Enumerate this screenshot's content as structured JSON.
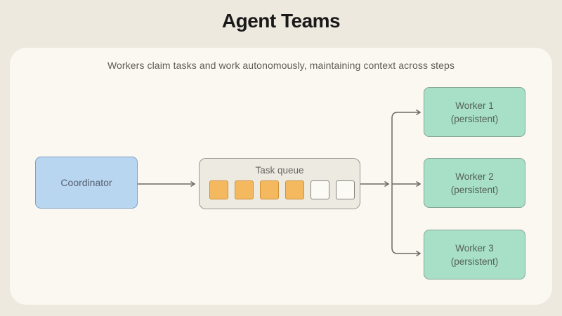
{
  "title": "Agent Teams",
  "subtitle": "Workers claim tasks and work autonomously, maintaining context across steps",
  "coordinator": {
    "label": "Coordinator"
  },
  "queue": {
    "label": "Task queue",
    "slots": [
      "filled",
      "filled",
      "filled",
      "filled",
      "empty",
      "empty"
    ],
    "filled_count": 4,
    "total_slots": 6
  },
  "workers": [
    {
      "line1": "Worker 1",
      "line2": "(persistent)"
    },
    {
      "line1": "Worker 2",
      "line2": "(persistent)"
    },
    {
      "line1": "Worker 3",
      "line2": "(persistent)"
    }
  ],
  "colors": {
    "page-bg": "#EDE9DF",
    "panel-bg": "#FAF8F1",
    "title-color": "#191919",
    "subtitle-color": "#5D5C55",
    "coordinator-fill": "#B9D6F1",
    "coordinator-border": "#7FA0C5",
    "coordinator-text": "#556070",
    "queue-fill": "#EDEAE1",
    "queue-border": "#9A988F",
    "queue-text": "#65655E",
    "task-filled-fill": "#F4B95F",
    "task-filled-border": "#CE9138",
    "task-empty-fill": "#FCFAF5",
    "task-empty-border": "#84837B",
    "worker-fill": "#A7DFC7",
    "worker-border": "#85A797",
    "worker-text": "#566259",
    "arrow": "#6B6A64"
  }
}
